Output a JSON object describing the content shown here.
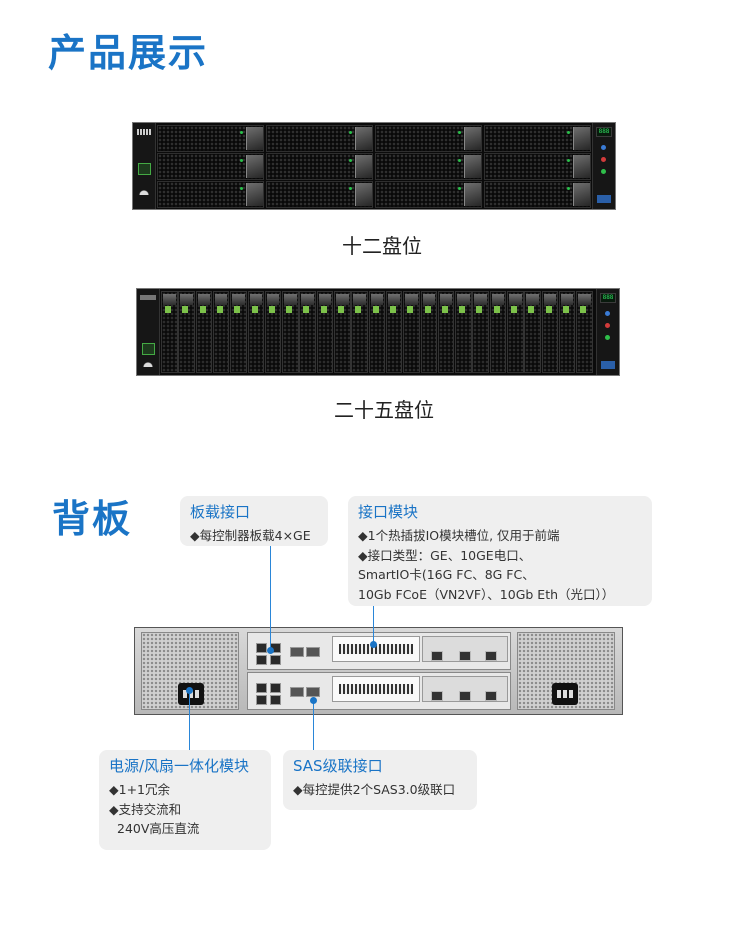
{
  "section1": {
    "title": "产品展示"
  },
  "products": [
    {
      "caption": "十二盘位"
    },
    {
      "caption": "二十五盘位"
    }
  ],
  "front_panel": {
    "display_text": "888"
  },
  "section2": {
    "title": "背板"
  },
  "callouts": {
    "board_interface": {
      "title": "板载接口",
      "lines": [
        "◆每控制器板载4×GE"
      ]
    },
    "io_module": {
      "title": "接口模块",
      "lines": [
        "◆1个热插拔IO模块槽位, 仅用于前端",
        "◆接口类型：GE、10GE电口、",
        "SmartIO卡(16G FC、8G FC、",
        "10Gb FCoE（VN2VF）、10Gb Eth（光口））"
      ]
    },
    "psu_fan": {
      "title": "电源/风扇一体化模块",
      "lines": [
        "◆1+1冗余",
        "◆支持交流和",
        "240V高压直流"
      ]
    },
    "sas": {
      "title": "SAS级联接口",
      "lines": [
        "◆每控提供2个SAS3.0级联口"
      ]
    }
  },
  "colors": {
    "accent": "#1a74c6",
    "callout_bg": "#efefef",
    "led_green": "#29c14a"
  }
}
